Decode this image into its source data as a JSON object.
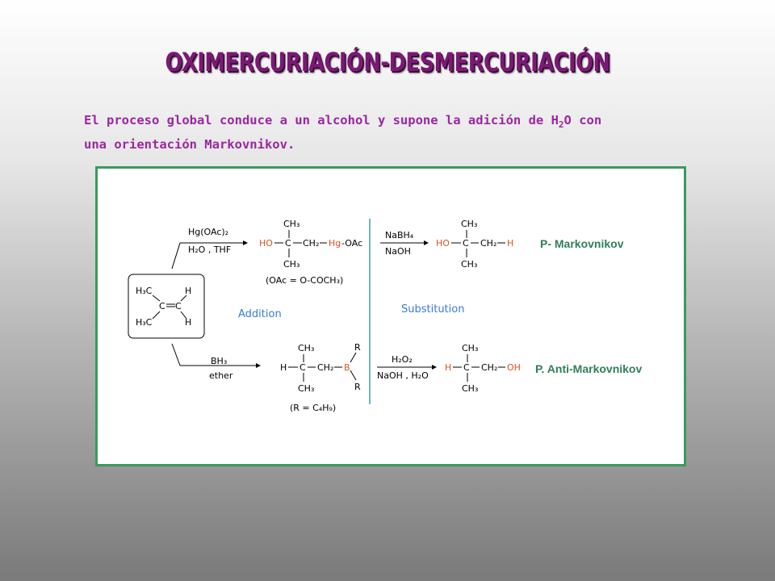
{
  "title": "OXIMERCURIACIÓN-DESMERCURIACIÓN",
  "intro": {
    "line1_before": "El proceso global conduce a un alcohol y supone la adición de H",
    "line1_sub": "2",
    "line1_after": "O  con",
    "line2": "una orientación Markovnikov."
  },
  "diagram": {
    "reactant": {
      "h3c_top": "H₃C",
      "h3c_bottom": "H₃C",
      "h_top": "H",
      "h_bottom": "H",
      "c": "C"
    },
    "top_reagent1": "Hg(OAc)₂",
    "top_reagent2": "H₂O , THF",
    "top_intermediate": {
      "ch3_top": "CH₃",
      "ch3_bottom": "CH₃",
      "ho": "HO",
      "c": "C",
      "ch2": "CH₂",
      "hg": "Hg",
      "oac": "-OAc"
    },
    "top_footnote": "(OAc = O-COCH₃)",
    "top_reagent3": "NaBH₄",
    "top_reagent4": "NaOH",
    "top_product": {
      "ch3_top": "CH₃",
      "ch3_bottom": "CH₃",
      "ho": "HO",
      "c": "C",
      "ch2": "CH₂",
      "h": "H"
    },
    "top_label": "P- Markovnikov",
    "label_addition": "Addition",
    "label_substitution": "Substitution",
    "bottom_reagent1": "BH₃",
    "bottom_reagent2": "ether",
    "bottom_intermediate": {
      "ch3_top": "CH₃",
      "ch3_bottom": "CH₃",
      "h": "H",
      "c": "C",
      "ch2": "CH₂",
      "b": "B",
      "r_top": "R",
      "r_bottom": "R"
    },
    "bottom_footnote": "(R = C₄H₉)",
    "bottom_reagent3": "H₂O₂",
    "bottom_reagent4": "NaOH , H₂O",
    "bottom_product": {
      "ch3_top": "CH₃",
      "ch3_bottom": "CH₃",
      "h": "H",
      "c": "C",
      "ch2": "CH₂",
      "oh": "OH"
    },
    "bottom_label": "P. Anti-Markovnikov"
  },
  "colors": {
    "title": "#7a1a74",
    "intro": "#9b27a0",
    "border": "#3a9a5c",
    "highlight": "#d9531e",
    "blue_label": "#3a7bd5",
    "green_label": "#2f7f57"
  }
}
